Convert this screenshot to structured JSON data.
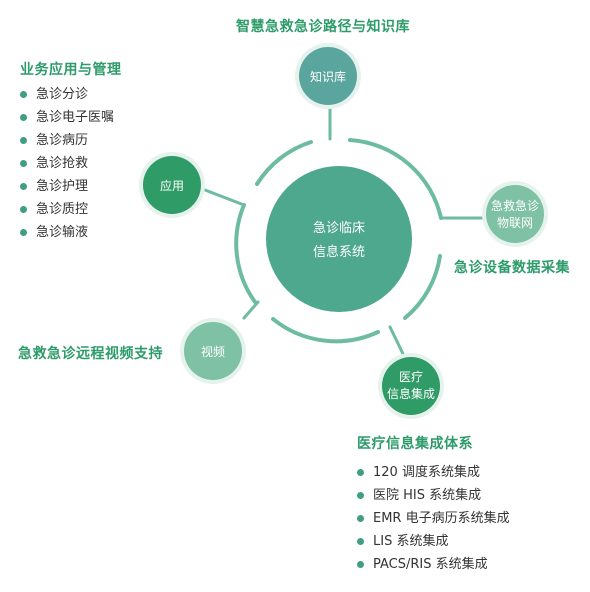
{
  "center": {
    "line1": "急诊临床",
    "line2": "信息系统"
  },
  "nodes": {
    "knowledge": {
      "label": "知识库",
      "title": "智慧急救急诊路径与知识库"
    },
    "iot": {
      "line1": "急救急诊",
      "line2": "物联网",
      "title": "急诊设备数据采集"
    },
    "integration": {
      "line1": "医疗",
      "line2": "信息集成",
      "title": "医疗信息集成体系"
    },
    "video": {
      "label": "视频",
      "title": "急救急诊远程视频支持"
    },
    "app": {
      "label": "应用",
      "title": "业务应用与管理"
    }
  },
  "app_list": [
    "急诊分诊",
    "急诊电子医嘱",
    "急诊病历",
    "急诊抢救",
    "急诊护理",
    "急诊质控",
    "急诊输液"
  ],
  "integration_list": [
    "120 调度系统集成",
    "医院 HIS 系统集成",
    "EMR 电子病历系统集成",
    "LIS 系统集成",
    "PACS/RIS 系统集成"
  ],
  "colors": {
    "ring": "#6cbba2",
    "center_fill": "#4ea88d",
    "node_teal": "#5aa59e",
    "node_light": "#7ec1a4",
    "node_dark": "#2f9b66",
    "title_green": "#2e9b6b",
    "bullet": "#3f9e84",
    "text": "#333333"
  }
}
